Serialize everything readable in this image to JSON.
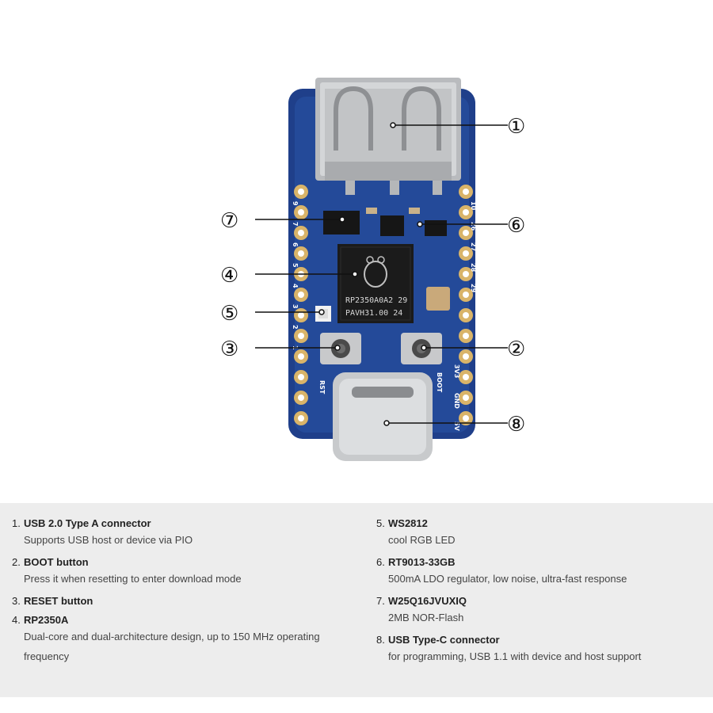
{
  "callouts": [
    {
      "label": "①"
    },
    {
      "label": "②"
    },
    {
      "label": "③"
    },
    {
      "label": "④"
    },
    {
      "label": "⑤"
    },
    {
      "label": "⑥"
    },
    {
      "label": "⑦"
    },
    {
      "label": "⑧"
    }
  ],
  "board": {
    "chip_line1": "RP2350A0A2 29",
    "chip_line2": "PAVH31.00  24",
    "left_pins": [
      "9",
      "7",
      "6",
      "5",
      "4",
      "3",
      "2",
      "1"
    ],
    "right_pins": [
      "10",
      "26",
      "27",
      "28",
      "29"
    ],
    "label_rst": "RST",
    "label_boot": "BOOT",
    "label_3v3": "3V3",
    "label_gnd": "GND",
    "label_5v": "5V"
  },
  "legend": {
    "left": [
      {
        "index": "1.",
        "title": "USB 2.0 Type A connector",
        "desc": [
          "Supports USB host or device via PIO"
        ]
      },
      {
        "index": "2.",
        "title": "BOOT button",
        "desc": [
          "Press it when resetting to enter download mode"
        ]
      },
      {
        "index": "3.",
        "title": "RESET button",
        "desc": []
      },
      {
        "index": "4.",
        "title": "RP2350A",
        "desc": [
          "Dual-core and dual-architecture design, up to 150 MHz operating",
          "frequency"
        ]
      }
    ],
    "right": [
      {
        "index": "5.",
        "title": "WS2812",
        "desc": [
          "cool RGB LED"
        ]
      },
      {
        "index": "6.",
        "title": "RT9013-33GB",
        "desc": [
          "500mA LDO regulator, low noise, ultra-fast response"
        ]
      },
      {
        "index": "7.",
        "title": "W25Q16JVUXIQ",
        "desc": [
          "2MB NOR-Flash"
        ]
      },
      {
        "index": "8.",
        "title": "USB Type-C connector",
        "desc": [
          "for programming, USB 1.1 with device and host support"
        ]
      }
    ]
  },
  "colors": {
    "pcb": "#1f3f8a",
    "pad": "#d9b469",
    "metal": "#c4c6c8",
    "chip": "#1b1b1b",
    "legend_bg": "#ededed"
  }
}
